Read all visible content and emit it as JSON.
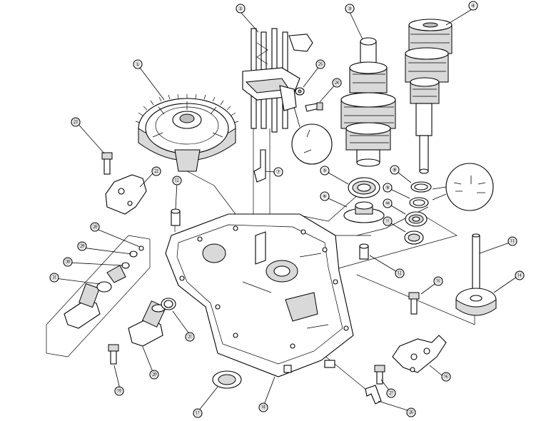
{
  "diagram": {
    "callouts": [
      {
        "id": "c1",
        "label": "①"
      },
      {
        "id": "c2",
        "label": "②"
      },
      {
        "id": "c3",
        "label": "③"
      },
      {
        "id": "c4",
        "label": "④"
      },
      {
        "id": "c5",
        "label": "⑤"
      },
      {
        "id": "c6",
        "label": "⑥"
      },
      {
        "id": "c7",
        "label": "⑦"
      },
      {
        "id": "c8",
        "label": "⑧"
      },
      {
        "id": "c9",
        "label": "⑨"
      },
      {
        "id": "c10",
        "label": "⑩"
      },
      {
        "id": "c11",
        "label": "⑪"
      },
      {
        "id": "c12a",
        "label": "⑫"
      },
      {
        "id": "c12b",
        "label": "⑫"
      },
      {
        "id": "c13",
        "label": "⑬"
      },
      {
        "id": "c14",
        "label": "⑭"
      },
      {
        "id": "c15",
        "label": "⑮"
      },
      {
        "id": "c16",
        "label": "⑯"
      },
      {
        "id": "c17",
        "label": "⑰"
      },
      {
        "id": "c18",
        "label": "⑱"
      },
      {
        "id": "c19",
        "label": "⑲"
      },
      {
        "id": "c20",
        "label": "⑳"
      },
      {
        "id": "c21",
        "label": "㉑"
      },
      {
        "id": "c22",
        "label": "㉒"
      },
      {
        "id": "c23",
        "label": "㉓"
      },
      {
        "id": "c24",
        "label": "㉔"
      },
      {
        "id": "c25",
        "label": "㉕"
      },
      {
        "id": "c26",
        "label": "㉖"
      },
      {
        "id": "c27",
        "label": "㉗"
      },
      {
        "id": "c28",
        "label": "㉘"
      },
      {
        "id": "c29",
        "label": "㉙"
      },
      {
        "id": "c30",
        "label": "㉚"
      },
      {
        "id": "c31",
        "label": "㉛"
      }
    ]
  }
}
